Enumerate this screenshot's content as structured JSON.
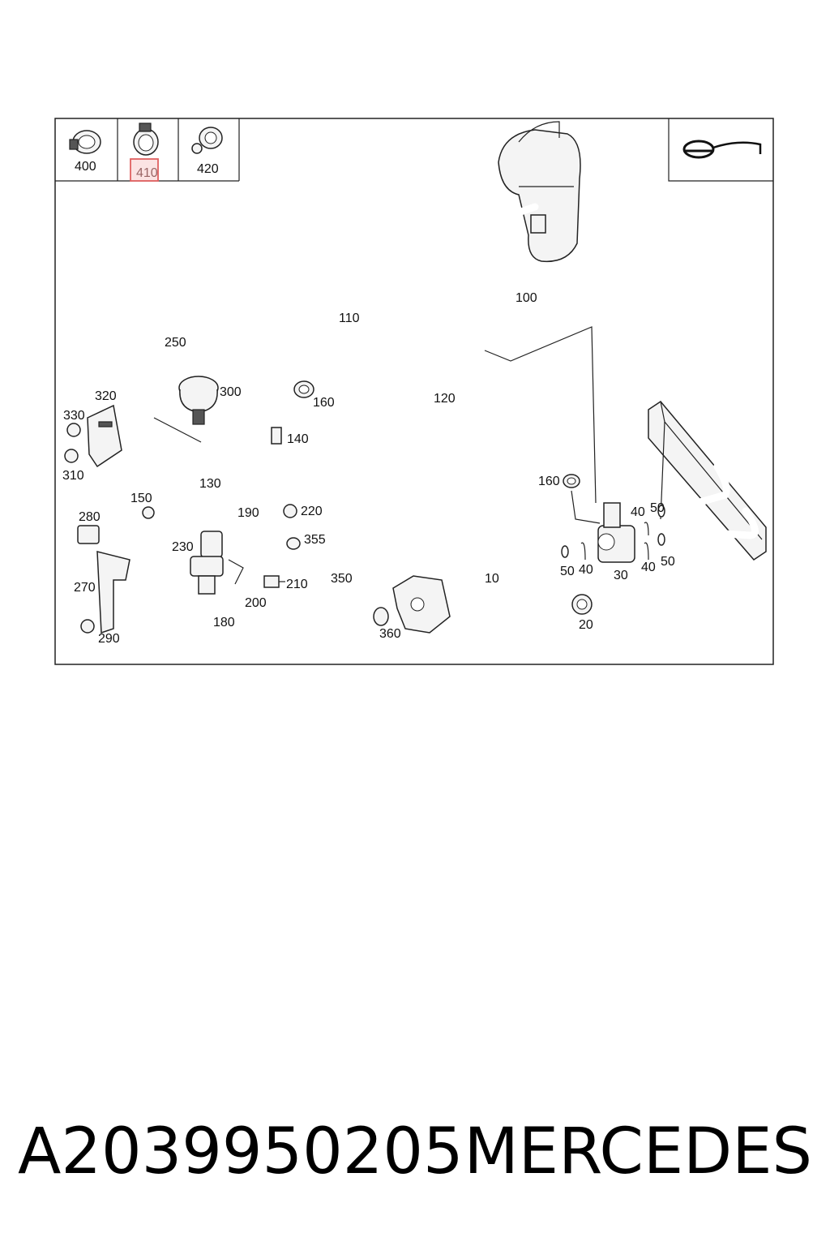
{
  "header_parts": [
    {
      "id": "p400",
      "label": "400",
      "highlighted": false
    },
    {
      "id": "p410",
      "label": "410",
      "highlighted": true
    },
    {
      "id": "p420",
      "label": "420",
      "highlighted": false
    }
  ],
  "highlight_color": "#e06060",
  "labels": {
    "l10": "10",
    "l20": "20",
    "l30": "30",
    "l40a": "40",
    "l40b": "40",
    "l40c": "40",
    "l50a": "50",
    "l50b": "50",
    "l50c": "50",
    "l100": "100",
    "l110": "110",
    "l120": "120",
    "l130": "130",
    "l140": "140",
    "l150": "150",
    "l160a": "160",
    "l160b": "160",
    "l180": "180",
    "l190": "190",
    "l200": "200",
    "l210": "210",
    "l220": "220",
    "l230": "230",
    "l250": "250",
    "l270": "270",
    "l280": "280",
    "l290": "290",
    "l300": "300",
    "l310": "310",
    "l320": "320",
    "l330": "330",
    "l350": "350",
    "l355": "355",
    "l360": "360"
  },
  "part_number": "A2039950205",
  "brand": "MERCEDES"
}
